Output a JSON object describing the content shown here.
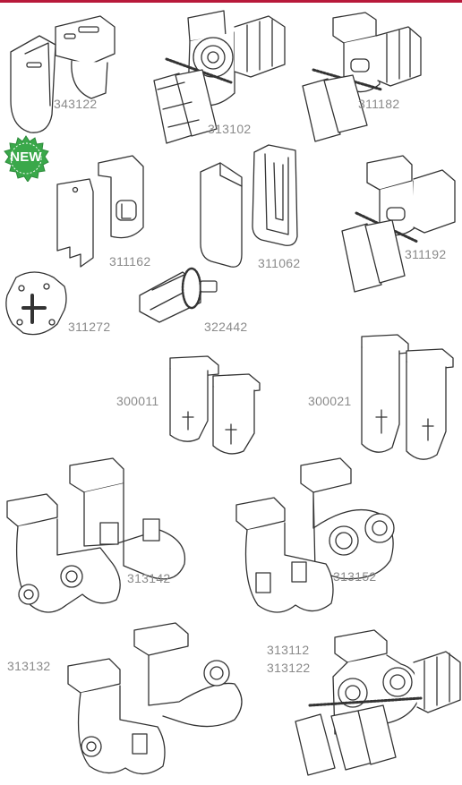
{
  "colors": {
    "accent_rule": "#b8193a",
    "badge_green": "#3aa84a",
    "label_gray": "#8a8a8a",
    "line": "#333333"
  },
  "badge": {
    "text": "NEW",
    "icon": "starburst-badge-icon"
  },
  "parts": [
    {
      "id": "p1",
      "label": "343122"
    },
    {
      "id": "p2",
      "label": "313102"
    },
    {
      "id": "p3",
      "label": "311182"
    },
    {
      "id": "p4",
      "label": "311162"
    },
    {
      "id": "p5",
      "label": "311062"
    },
    {
      "id": "p6",
      "label": "311192"
    },
    {
      "id": "p7",
      "label": "311272"
    },
    {
      "id": "p8",
      "label": "322442"
    },
    {
      "id": "p9",
      "label": "300011"
    },
    {
      "id": "p10",
      "label": "300021"
    },
    {
      "id": "p11",
      "label": "313142"
    },
    {
      "id": "p12",
      "label": "313152"
    },
    {
      "id": "p13",
      "label": "313132"
    },
    {
      "id": "p14",
      "label": "313112"
    },
    {
      "id": "p15",
      "label": "313122"
    }
  ]
}
